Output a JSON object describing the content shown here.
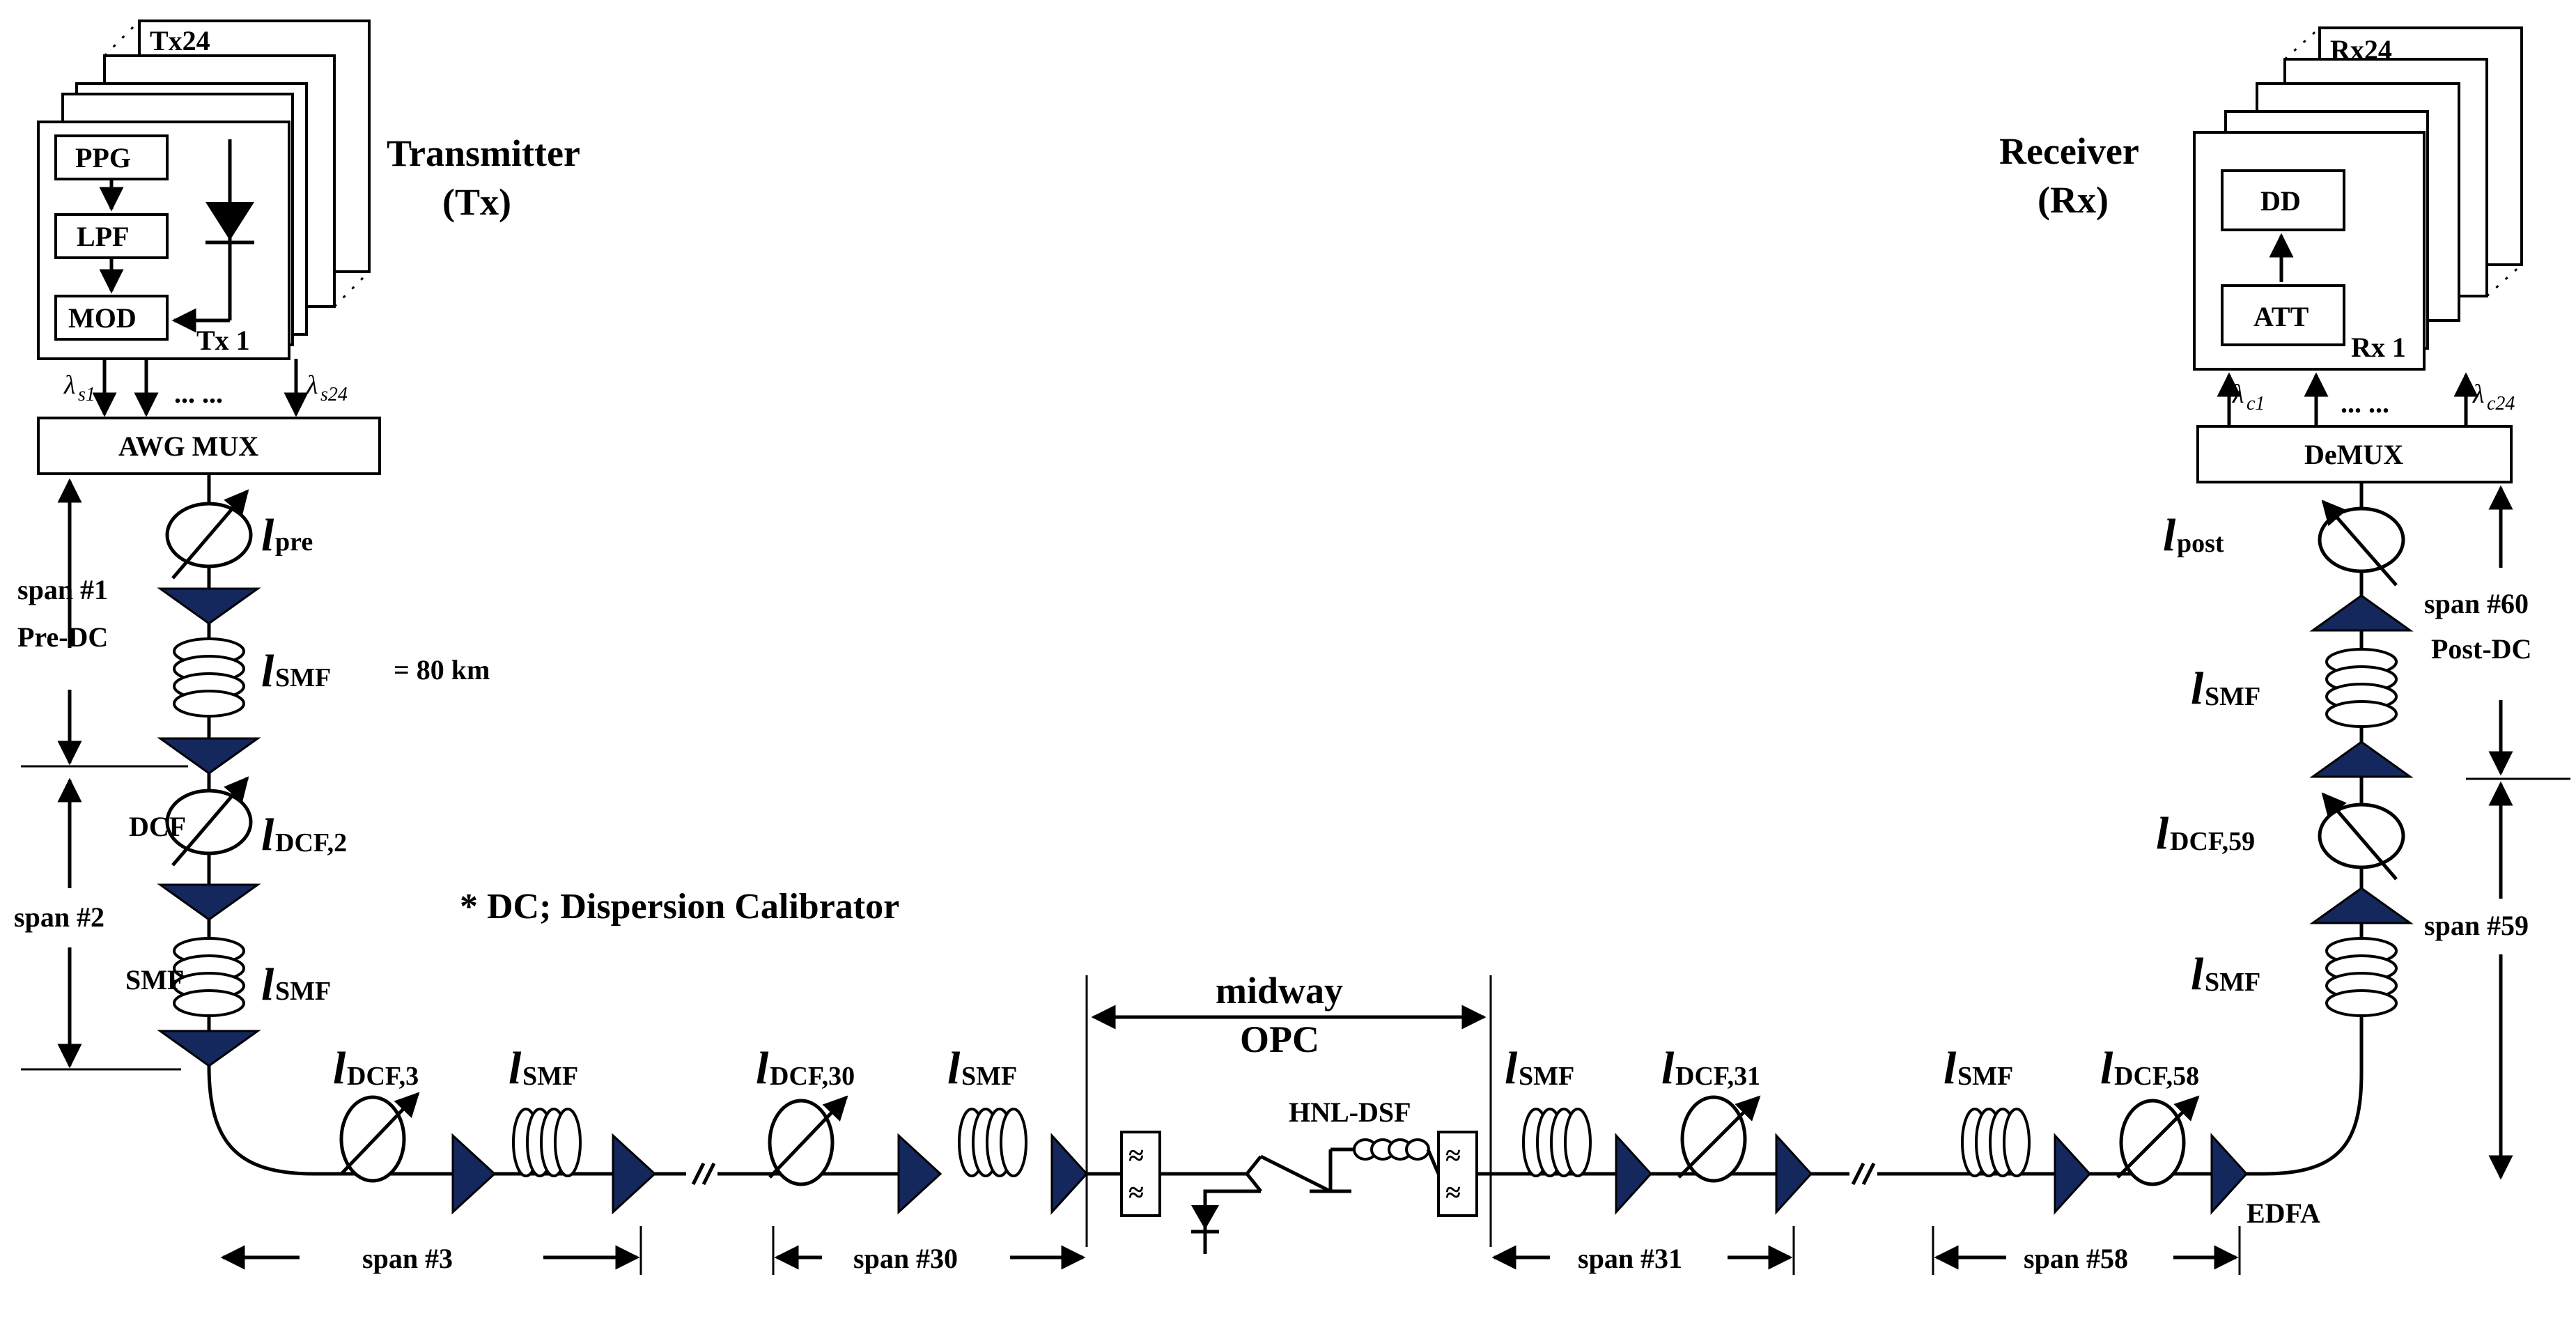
{
  "transmitter": {
    "title_line1": "Transmitter",
    "title_line2": "(Tx)",
    "tx_last": "Tx24",
    "tx_first": "Tx 1",
    "blocks": [
      "PPG",
      "LPF",
      "MOD"
    ],
    "lambda_first": "λ",
    "lambda_first_sub": "s1",
    "lambda_last": "λ",
    "lambda_last_sub": "s24",
    "dots": "... ...",
    "mux": "AWG MUX"
  },
  "receiver": {
    "title_line1": "Receiver",
    "title_line2": "(Rx)",
    "rx_last": "Rx24",
    "rx_first": "Rx 1",
    "blocks": [
      "DD",
      "ATT"
    ],
    "lambda_first": "λ",
    "lambda_first_sub": "c1",
    "lambda_last": "λ",
    "lambda_last_sub": "c24",
    "dots": "... ...",
    "demux": "DeMUX"
  },
  "left_chain": {
    "l_pre": "l",
    "l_pre_sub": "pre",
    "l_smf": "l",
    "l_smf_sub": "SMF",
    "smf_length": "= 80 km",
    "dcf_label": "DCF",
    "l_dcf2": "l",
    "l_dcf2_sub": "DCF,2",
    "smf_label": "SMF",
    "l_smf2": "l",
    "l_smf2_sub": "SMF",
    "span1_line1": "span #1",
    "span1_line2": "Pre-DC",
    "span2": "span #2"
  },
  "right_chain": {
    "l_post": "l",
    "l_post_sub": "post",
    "l_smf": "l",
    "l_smf_sub": "SMF",
    "l_dcf59": "l",
    "l_dcf59_sub": "DCF,59",
    "l_smf2": "l",
    "l_smf2_sub": "SMF",
    "span60_line1": "span #60",
    "span60_line2": "Post-DC",
    "span59": "span #59"
  },
  "note": "* DC; Dispersion Calibrator",
  "bottom": {
    "l_dcf3": "l",
    "l_dcf3_sub": "DCF,3",
    "l_smf_a": "l",
    "l_smf_a_sub": "SMF",
    "l_dcf30": "l",
    "l_dcf30_sub": "DCF,30",
    "l_smf_b": "l",
    "l_smf_b_sub": "SMF",
    "l_smf_c": "l",
    "l_smf_c_sub": "SMF",
    "l_dcf31": "l",
    "l_dcf31_sub": "DCF,31",
    "l_smf_d": "l",
    "l_smf_d_sub": "SMF",
    "l_dcf58": "l",
    "l_dcf58_sub": "DCF,58",
    "midway_line1": "midway",
    "midway_line2": "OPC",
    "hnl": "HNL-DSF",
    "edfa": "EDFA",
    "span3": "span #3",
    "span30": "span #30",
    "span31": "span #31",
    "span58": "span #58"
  }
}
